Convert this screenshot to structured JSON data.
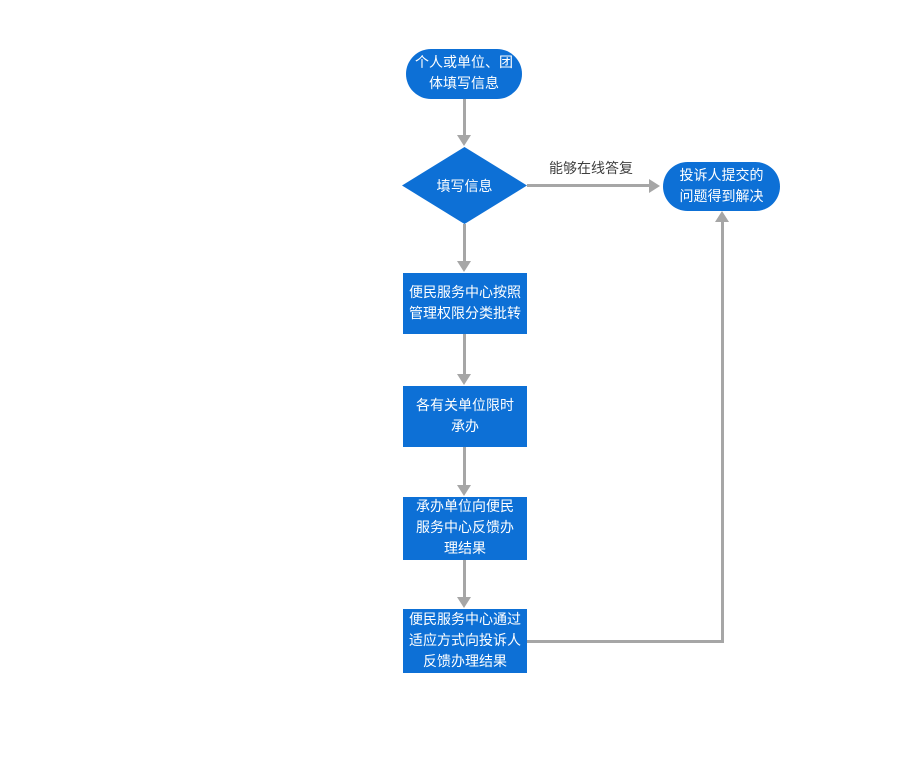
{
  "colors": {
    "node_fill": "#0d70d6",
    "node_text": "#ffffff",
    "connector": "#a6a6a6",
    "label_text": "#3f3f3f",
    "canvas_bg": "#ffffff"
  },
  "flow": {
    "start": {
      "label": [
        "个人或单位、团",
        "体填写信息"
      ]
    },
    "decision": {
      "label": [
        "填写信息"
      ]
    },
    "branch": {
      "label": "能够在线答复"
    },
    "resolved": {
      "label": [
        "投诉人提交的",
        "问题得到解决"
      ]
    },
    "steps": [
      {
        "label": [
          "便民服务中心按照",
          "管理权限分类批转"
        ]
      },
      {
        "label": [
          "各有关单位限时",
          "承办"
        ]
      },
      {
        "label": [
          "承办单位向便民",
          "服务中心反馈办",
          "理结果"
        ]
      },
      {
        "label": [
          "便民服务中心通过",
          "适应方式向投诉人",
          "反馈办理结果"
        ]
      }
    ]
  }
}
